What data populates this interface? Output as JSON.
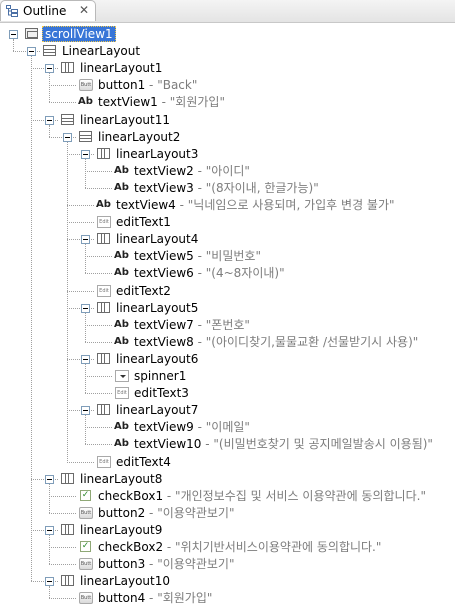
{
  "view": {
    "title": "Outline",
    "close": "✕"
  },
  "tree": [
    {
      "kind": "scrollview",
      "depth": 0,
      "id": "scrollView1",
      "toggle": true,
      "selected": true
    },
    {
      "kind": "linear-h",
      "depth": 1,
      "id": "LinearLayout",
      "toggle": true
    },
    {
      "kind": "linear-v",
      "depth": 2,
      "id": "linearLayout1",
      "toggle": true
    },
    {
      "kind": "button",
      "depth": 3,
      "id": "button1",
      "text": "\"Back\""
    },
    {
      "kind": "text",
      "depth": 3,
      "id": "textView1",
      "text": "\"회원가입\""
    },
    {
      "kind": "linear-h",
      "depth": 2,
      "id": "linearLayout11",
      "toggle": true
    },
    {
      "kind": "linear-h",
      "depth": 3,
      "id": "linearLayout2",
      "toggle": true
    },
    {
      "kind": "linear-v",
      "depth": 4,
      "id": "linearLayout3",
      "toggle": true
    },
    {
      "kind": "text",
      "depth": 5,
      "id": "textView2",
      "text": "\"아이디\""
    },
    {
      "kind": "text",
      "depth": 5,
      "id": "textView3",
      "text": "\"(8자이내, 한글가능)\""
    },
    {
      "kind": "text",
      "depth": 4,
      "id": "textView4",
      "text": "\"닉네임으로 사용되며, 가입후 변경 불가\""
    },
    {
      "kind": "edit",
      "depth": 4,
      "id": "editText1"
    },
    {
      "kind": "linear-v",
      "depth": 4,
      "id": "linearLayout4",
      "toggle": true
    },
    {
      "kind": "text",
      "depth": 5,
      "id": "textView5",
      "text": "\"비밀번호\""
    },
    {
      "kind": "text",
      "depth": 5,
      "id": "textView6",
      "text": "\"(4~8자이내)\""
    },
    {
      "kind": "edit",
      "depth": 4,
      "id": "editText2"
    },
    {
      "kind": "linear-v",
      "depth": 4,
      "id": "linearLayout5",
      "toggle": true
    },
    {
      "kind": "text",
      "depth": 5,
      "id": "textView7",
      "text": "\"폰번호\""
    },
    {
      "kind": "text",
      "depth": 5,
      "id": "textView8",
      "text": "\"(아이디찾기,물물교환 /선물받기시 사용)\""
    },
    {
      "kind": "linear-v",
      "depth": 4,
      "id": "linearLayout6",
      "toggle": true
    },
    {
      "kind": "spinner",
      "depth": 5,
      "id": "spinner1"
    },
    {
      "kind": "edit",
      "depth": 5,
      "id": "editText3"
    },
    {
      "kind": "linear-v",
      "depth": 4,
      "id": "linearLayout7",
      "toggle": true
    },
    {
      "kind": "text",
      "depth": 5,
      "id": "textView9",
      "text": "\"이메일\""
    },
    {
      "kind": "text",
      "depth": 5,
      "id": "textView10",
      "text": "\"(비밀번호찾기 및 공지메일발송시 이용됨)\""
    },
    {
      "kind": "edit",
      "depth": 4,
      "id": "editText4"
    },
    {
      "kind": "linear-v",
      "depth": 2,
      "id": "linearLayout8",
      "toggle": true
    },
    {
      "kind": "checkbox",
      "depth": 3,
      "id": "checkBox1",
      "text": "\"개인정보수집 및 서비스 이용약관에 동의합니다.\""
    },
    {
      "kind": "button",
      "depth": 3,
      "id": "button2",
      "text": "\"이용약관보기\""
    },
    {
      "kind": "linear-v",
      "depth": 2,
      "id": "linearLayout9",
      "toggle": true
    },
    {
      "kind": "checkbox",
      "depth": 3,
      "id": "checkBox2",
      "text": "\"위치기반서비스이용약관에 동의합니다.\""
    },
    {
      "kind": "button",
      "depth": 3,
      "id": "button3",
      "text": "\"이용약관보기\""
    },
    {
      "kind": "linear-v",
      "depth": 2,
      "id": "linearLayout10",
      "toggle": true
    },
    {
      "kind": "button",
      "depth": 3,
      "id": "button4",
      "text": "\"회원가입\""
    }
  ],
  "icon_labels": {
    "button": "Butt",
    "edit": "Edit",
    "text": "Ab"
  },
  "colors": {
    "selection": "#3875d7",
    "value_text": "#7c7c7c"
  }
}
